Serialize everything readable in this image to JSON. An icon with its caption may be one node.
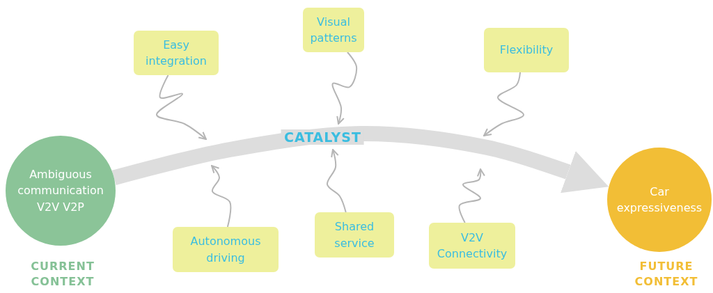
{
  "diagram": {
    "nodes": [
      {
        "text": [
          "Easy integration"
        ]
      },
      {
        "text": [
          "Visual patterns"
        ]
      },
      {
        "text": [
          "Flexibility"
        ]
      },
      {
        "text": [
          "Ambiguous communication V2V V2P"
        ],
        "beside": [
          "CURRENT CONTEXT"
        ]
      },
      {
        "text": [
          "Car expressiveness"
        ],
        "beside": [
          "FUTURE CONTEXT"
        ]
      },
      {
        "text": [
          "Autonomous driving"
        ]
      },
      {
        "text": [
          "Shared service"
        ]
      },
      {
        "text": [
          "V2V Connectivity"
        ]
      }
    ],
    "edges": [
      {
        "from": 3,
        "to": 4,
        "arrow": "to",
        "label": "CATALYST",
        "style": "thick",
        "color": "#dddddd"
      },
      {
        "from": 0,
        "to": null,
        "arrow": "to"
      },
      {
        "from": 1,
        "to": null,
        "arrow": "to"
      },
      {
        "from": 2,
        "to": null,
        "arrow": "to"
      },
      {
        "from": 5,
        "to": null,
        "arrow": "to"
      },
      {
        "from": 6,
        "to": null,
        "arrow": "to"
      },
      {
        "from": 7,
        "to": null,
        "arrow": "to"
      }
    ]
  }
}
